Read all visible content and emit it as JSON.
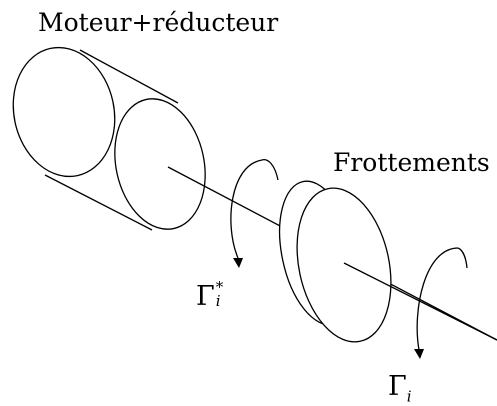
{
  "labels": {
    "motor": "Moteur+réducteur",
    "friction": "Frottements",
    "gamma_star_symbol": "Γ",
    "gamma_star_sup": "*",
    "gamma_star_sub": "i",
    "gamma_symbol": "Γ",
    "gamma_sub": "i"
  },
  "colors": {
    "stroke": "#000000",
    "background": "#ffffff"
  }
}
